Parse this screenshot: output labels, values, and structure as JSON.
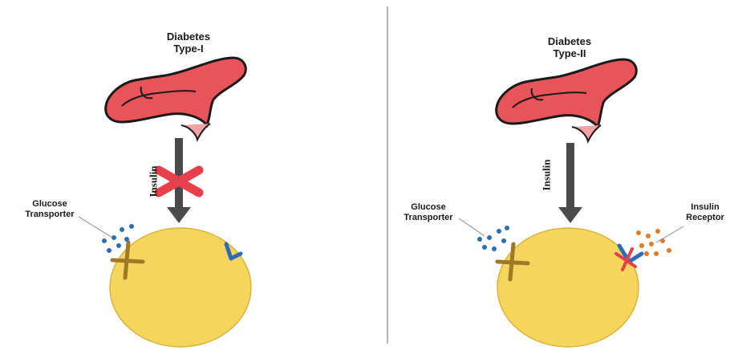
{
  "panels": [
    {
      "title_line1": "Diabetes",
      "title_line2": "Type-I",
      "arrow_label": "Insulin",
      "glucose_label_line1": "Glucose",
      "glucose_label_line2": "Transporter"
    },
    {
      "title_line1": "Diabetes",
      "title_line2": "Type-II",
      "arrow_label": "Insulin",
      "glucose_label_line1": "Glucose",
      "glucose_label_line2": "Transporter",
      "receptor_label_line1": "Insulin",
      "receptor_label_line2": "Receptor"
    }
  ],
  "colors": {
    "pancreas": "#e8545a",
    "pancreas_outline": "#1a1a1a",
    "cell": "#f6d55c",
    "arrow": "#4a4a4a",
    "block_x": "#e8404a",
    "transporter": "#a07828",
    "receptor": "#2e6db5",
    "glucose_dots": "#2e6db5",
    "insulin_dots": "#e07b2a"
  }
}
